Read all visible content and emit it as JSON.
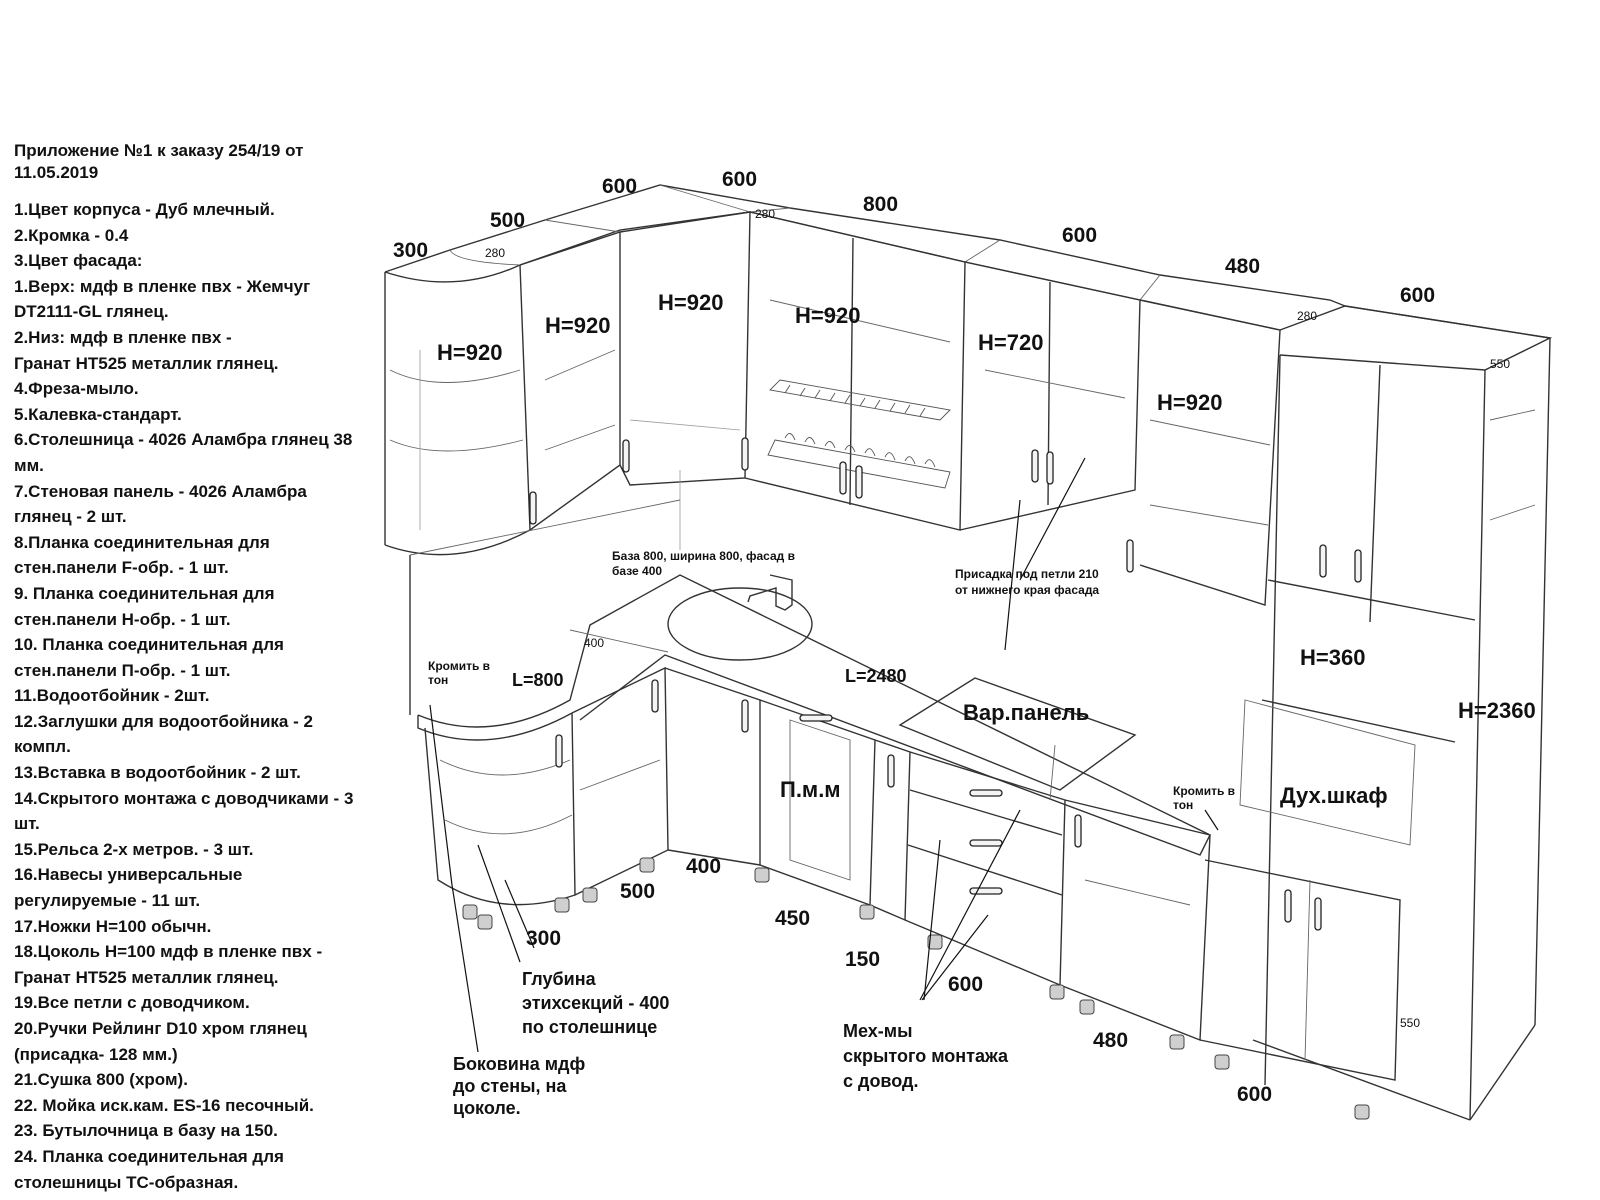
{
  "spec": {
    "title": "Приложение №1 к заказу 254/19 от\n11.05.2019",
    "items": [
      "1.Цвет корпуса - Дуб млечный.",
      "2.Кромка - 0.4",
      "3.Цвет фасада:",
      "   1.Верх: мдф в пленке пвх - Жемчуг\nDT2111-GL глянец.",
      "   2.Низ: мдф в пленке пвх -\nГранат НТ525 металлик глянец.",
      "4.Фреза-мыло.",
      "5.Калевка-стандарт.",
      "6.Столешница - 4026 Аламбра глянец 38\nмм.",
      "7.Стеновая панель - 4026 Аламбра\nглянец - 2 шт.",
      "8.Планка соединительная для\nстен.панели F-обр. - 1 шт.",
      "9. Планка соединительная для\nстен.панели Н-обр. - 1 шт.",
      "10. Планка соединительная для\nстен.панели П-обр. - 1 шт.",
      "11.Водоотбойник - 2шт.",
      "12.Заглушки для водоотбойника - 2\nкомпл.",
      "13.Вставка в водоотбойник - 2 шт.",
      "14.Скрытого монтажа с доводчиками - 3\nшт.",
      "15.Рельса 2-х метров. - 3 шт.",
      "16.Навесы универсальные\nрегулируемые - 11 шт.",
      "17.Ножки Н=100 обычн.",
      "18.Цоколь Н=100 мдф в пленке пвх -\nГранат НТ525 металлик глянец.",
      "19.Все петли с доводчиком.",
      "20.Ручки Рейлинг D10 хром глянец\n(присадка- 128 мм.)",
      "21.Сушка 800 (хром).",
      "22. Мойка  иск.кам.  ES-16 песочный.",
      "23. Бутылочница в базу на 150.",
      "24. Планка соединительная для\nстолешницы ТС-образная."
    ]
  },
  "dims": {
    "upper_widths": [
      "300",
      "500",
      "600",
      "600",
      "800",
      "600",
      "480",
      "600"
    ],
    "upper_depths": [
      "280",
      "280",
      "280",
      "550"
    ],
    "lower_widths": [
      "500",
      "400",
      "300",
      "450",
      "150",
      "600",
      "480",
      "600"
    ],
    "lower_depths": [
      "400",
      "550"
    ]
  },
  "heights": {
    "h920": "H=920",
    "h720": "H=720",
    "h360": "H=360",
    "h2360": "H=2360"
  },
  "lengths": {
    "l800": "L=800",
    "l2480": "L=2480"
  },
  "labels": {
    "hob": "Вар.панель",
    "dishwasher": "П.м.м",
    "oven": "Дух.шкаф"
  },
  "notes": {
    "base_800": "База 800, ширина 800, фасад в\nбазе 400",
    "hinge_drill": "Присадка под петли 210\nот нижнего края фасада",
    "edge_tone": "Кромить в\nтон",
    "glubina": "Глубина\nэтихсекций - 400\nпо столешнице",
    "bokovina": "Боковина мдф\nдо стены, на\nцоколе.",
    "mekhanizmy": "Мех-мы\nскрытого монтажа\nс довод."
  }
}
